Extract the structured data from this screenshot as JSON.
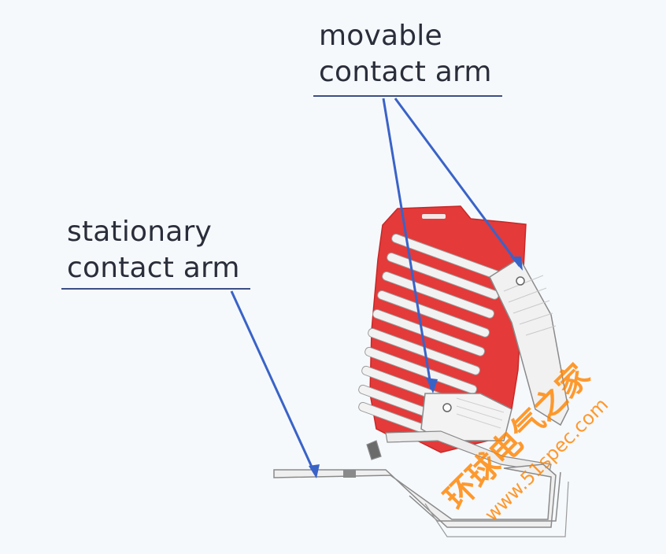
{
  "labels": {
    "movable_line1": "movable",
    "movable_line2": "contact arm",
    "stationary_line1": "stationary",
    "stationary_line2": "contact arm"
  },
  "watermark": {
    "brand": "环球电气之家",
    "site": "www.51spec.com"
  },
  "colors": {
    "background": "#f6f9fc",
    "arc_chute": "#e43a3a",
    "leader_line": "#3a63c8",
    "underline": "#3b4f86",
    "metal": "#ececec",
    "watermark": "#ff8400"
  }
}
